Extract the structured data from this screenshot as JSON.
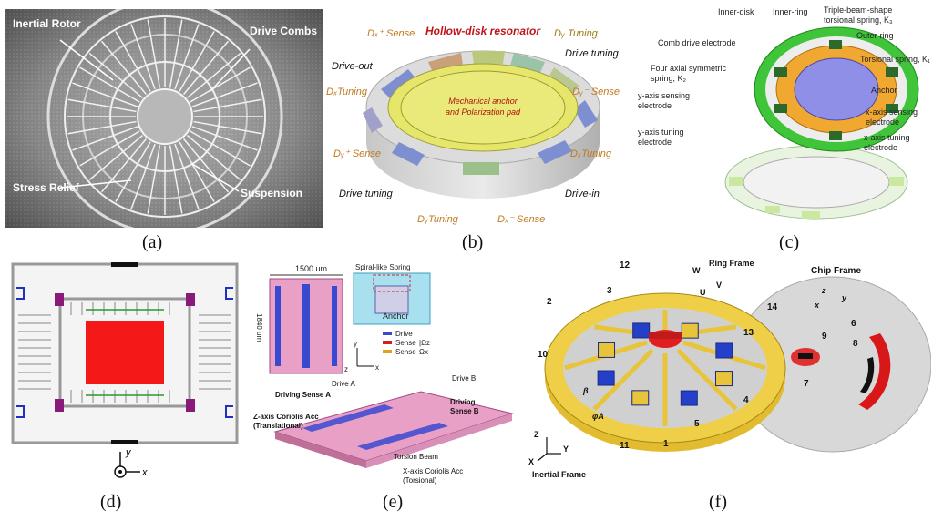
{
  "captions": {
    "a": "(a)",
    "b": "(b)",
    "c": "(c)",
    "d": "(d)",
    "e": "(e)",
    "f": "(f)"
  },
  "panel_a": {
    "labels": [
      "Inertial Rotor",
      "Drive Combs",
      "Stress Relief",
      "Suspension"
    ]
  },
  "panel_b": {
    "title": "Hollow-disk resonator",
    "center": [
      "Mechanical anchor",
      "and Polarization pad"
    ],
    "labels": [
      "Dₓ⁺ Sense",
      "Dᵧ Tuning",
      "Drive-out",
      "Drive tuning",
      "DₓTuning",
      "Dᵧ⁻ Sense",
      "Dᵧ⁺ Sense",
      "DₓTuning",
      "Drive tuning",
      "Drive-in",
      "DᵧTuning",
      "Dₓ⁻ Sense"
    ]
  },
  "panel_c": {
    "labels": [
      "Inner-disk",
      "Inner-ring",
      "Triple-beam-shape",
      "torsional spring, K₃",
      "Outer-ring",
      "Comb drive electrode",
      "Torsional spring, K₁",
      "Four axial symmetric",
      "spring, K₂",
      "Anchor",
      "y-axis sensing",
      "electrode",
      "x-axis sensing",
      "electrode",
      "y-axis tuning",
      "electrode",
      "x-axis tuning",
      "electrode"
    ]
  },
  "panel_d": {
    "axis_x": "x",
    "axis_y": "y"
  },
  "panel_e": {
    "dim_w": "1500 um",
    "dim_h": "1840 um",
    "spring": "Spiral-like Spring",
    "anchor": "Anchor",
    "legend": [
      "Drive",
      "Sense",
      "Sense"
    ],
    "legend_sub": [
      "|Ωz",
      "Ωx"
    ],
    "labels": [
      "Drive A",
      "Drive B",
      "Driving Sense A",
      "Driving",
      "Sense B",
      "Z-axis Coriolis Acc",
      "(Translational)",
      "Torsion Beam",
      "X-axis Coriolis Acc",
      "(Torsional)"
    ],
    "axes": [
      "y",
      "z",
      "x"
    ]
  },
  "panel_f": {
    "ring_frame": "Ring Frame",
    "chip_frame": "Chip Frame",
    "inertial_frame": "Inertial Frame",
    "numbers": [
      "12",
      "3",
      "2",
      "14",
      "13",
      "10",
      "4",
      "5",
      "1",
      "11",
      "9",
      "7",
      "6",
      "8"
    ],
    "axes": [
      "W",
      "V",
      "U",
      "z",
      "x",
      "y",
      "Z",
      "Y",
      "X"
    ],
    "angles": [
      "β",
      "φA"
    ]
  },
  "colors": {
    "gold": "#e8c43a",
    "blue": "#2540c8",
    "red": "#d42020",
    "green": "#39c02a",
    "orange": "#f0a020",
    "purple": "#8a1a7a",
    "pink": "#e9a0c6"
  }
}
